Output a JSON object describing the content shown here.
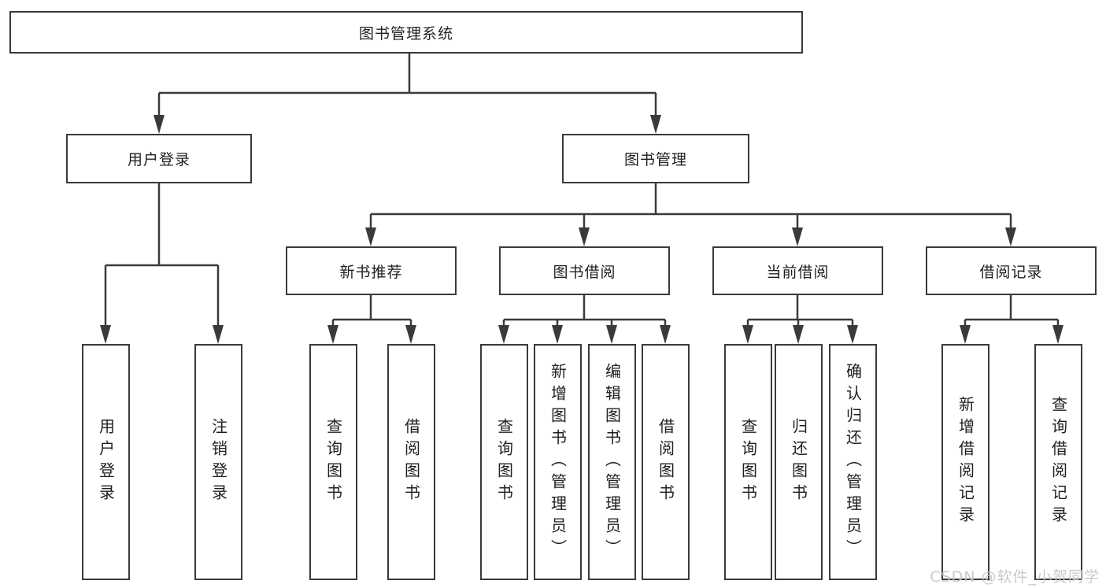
{
  "colors": {
    "background": "#ffffff",
    "line": "#3a3a3a",
    "box_border": "#3a3a3a",
    "box_fill": "#ffffff",
    "text": "#1f1f1f",
    "watermark": "#c6c6c6"
  },
  "watermark": {
    "text": "CSDN @软件_小贺同学"
  },
  "tree": {
    "label": "图书管理系统",
    "children": [
      {
        "label": "用户登录",
        "children": [
          {
            "label": "用户登录"
          },
          {
            "label": "注销登录"
          }
        ]
      },
      {
        "label": "图书管理",
        "children": [
          {
            "label": "新书推荐",
            "children": [
              {
                "label": "查询图书"
              },
              {
                "label": "借阅图书"
              }
            ]
          },
          {
            "label": "图书借阅",
            "children": [
              {
                "label": "查询图书"
              },
              {
                "label": "新增图书（管理员）"
              },
              {
                "label": "编辑图书（管理员）"
              },
              {
                "label": "借阅图书"
              }
            ]
          },
          {
            "label": "当前借阅",
            "children": [
              {
                "label": "查询图书"
              },
              {
                "label": "归还图书"
              },
              {
                "label": "确认归还（管理员）"
              }
            ]
          },
          {
            "label": "借阅记录",
            "children": [
              {
                "label": "新增借阅记录"
              },
              {
                "label": "查询借阅记录"
              }
            ]
          }
        ]
      }
    ]
  }
}
